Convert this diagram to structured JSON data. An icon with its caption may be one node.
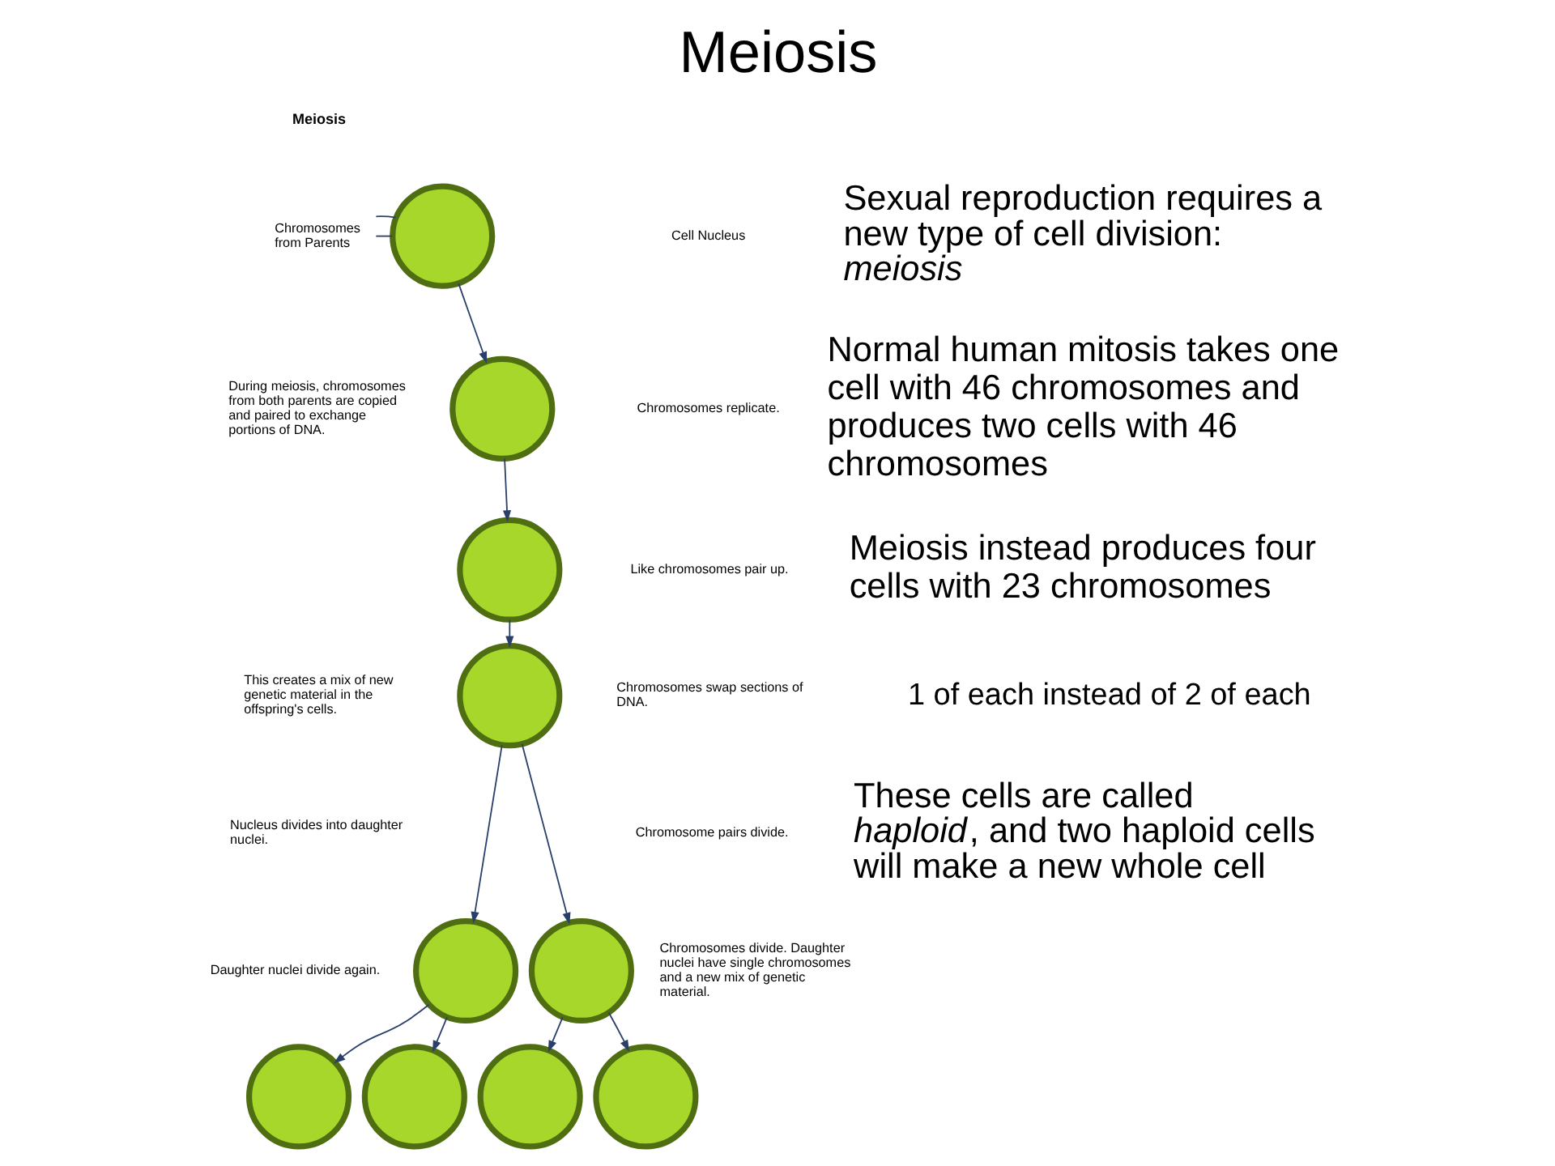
{
  "diagram": {
    "title": "Meiosis",
    "nodes": [
      {
        "text": [
          "Chromosomes from Parents"
        ]
      },
      {
        "text": [],
        "shape": "circle"
      },
      {
        "text": [],
        "shape": "circle"
      },
      {
        "text": [],
        "shape": "circle"
      },
      {
        "text": [],
        "shape": "circle"
      },
      {
        "text": [],
        "shape": "circle"
      },
      {
        "text": [],
        "shape": "circle"
      },
      {
        "text": [],
        "shape": "circle"
      },
      {
        "text": [],
        "shape": "circle"
      },
      {
        "text": [],
        "shape": "circle"
      },
      {
        "text": [],
        "shape": "circle"
      }
    ],
    "edges": [
      {
        "from": 0,
        "to": 1,
        "arrow": "none"
      },
      {
        "from": 0,
        "to": 1,
        "arrow": "none"
      },
      {
        "from": 1,
        "to": 2,
        "arrow": "to"
      },
      {
        "from": 2,
        "to": 3,
        "arrow": "to"
      },
      {
        "from": 3,
        "to": 4,
        "arrow": "to"
      },
      {
        "from": 4,
        "to": 5,
        "arrow": "to"
      },
      {
        "from": 4,
        "to": 6,
        "arrow": "to"
      },
      {
        "from": 5,
        "to": 7,
        "arrow": "to"
      },
      {
        "from": 5,
        "to": 8,
        "arrow": "to"
      },
      {
        "from": 6,
        "to": 9,
        "arrow": "to"
      },
      {
        "from": 6,
        "to": 10,
        "arrow": "to"
      }
    ],
    "labels": [
      "Meiosis",
      "Cell Nucleus",
      "During meiosis, chromosomes from both parents are copied and paired to exchange portions of DNA.",
      "Chromosomes replicate.",
      "Like chromosomes pair up.",
      "This creates a mix of new genetic material in the offspring's cells.",
      "Chromosomes swap sections of DNA.",
      "Nucleus divides into daughter nuclei.",
      "Chromosome pairs divide.",
      "Daughter nuclei divide again.",
      "Chromosomes divide. Daughter nuclei have single chromosomes and a new mix of genetic material.",
      "Sexual reproduction requires a new type of cell division: *meiosis*",
      "Normal human mitosis takes one cell with 46 chromosomes and produces two cells with 46 chromosomes",
      "Meiosis instead produces four cells with 23 chromosomes",
      "1 of each instead of 2 of each",
      "These cells are called *haploid*, and two haploid cells will make a new whole cell"
    ]
  }
}
